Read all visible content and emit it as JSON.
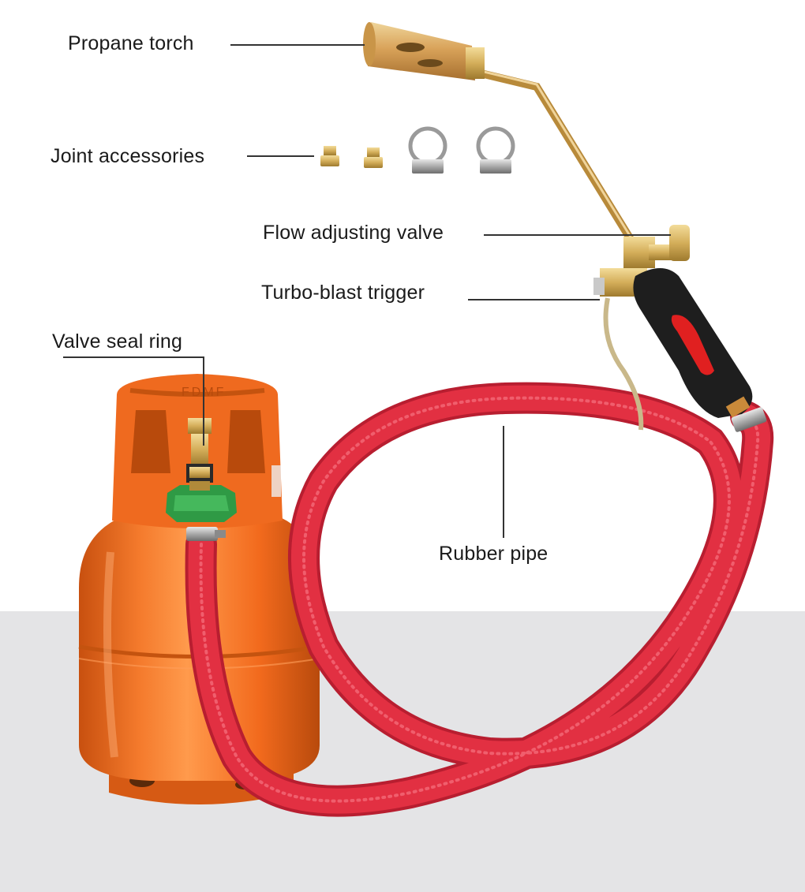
{
  "labels": {
    "propane_torch": "Propane torch",
    "joint_accessories": "Joint accessories",
    "flow_adjusting_valve": "Flow adjusting valve",
    "turbo_blast_trigger": "Turbo-blast trigger",
    "valve_seal_ring": "Valve seal ring",
    "rubber_pipe": "Rubber pipe"
  },
  "cylinder_markings": "FDMF",
  "colors": {
    "background": "#ffffff",
    "floor": "#e4e4e6",
    "cylinder": "#f26a1d",
    "hose": "#e23042",
    "brass": "#d4ae5a",
    "handle": "#1e1e1e",
    "handle_accent": "#e02020",
    "green_nut": "#2f9a45"
  }
}
